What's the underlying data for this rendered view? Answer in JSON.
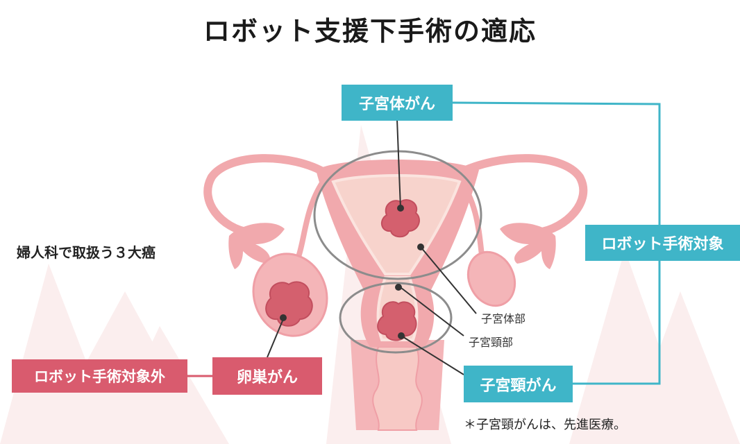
{
  "title": "ロボット支援下手術の適応",
  "labels": {
    "uterine_cancer": "子宮体がん",
    "cervical_cancer": "子宮頸がん",
    "ovarian_cancer": "卵巣がん",
    "robot_target": "ロボット手術対象",
    "robot_non_target": "ロボット手術対象外",
    "three_cancers": "婦人科で取扱う３大癌",
    "uterine_body": "子宮体部",
    "uterine_cervix": "子宮頸部",
    "note": "＊子宮頸がんは、先進医療。"
  },
  "colors": {
    "teal": "#3fb5c8",
    "rose": "#d95b6e",
    "organ_light": "#f7c9c5",
    "organ_mid": "#f1a9ad",
    "tumor": "#d4606e"
  }
}
